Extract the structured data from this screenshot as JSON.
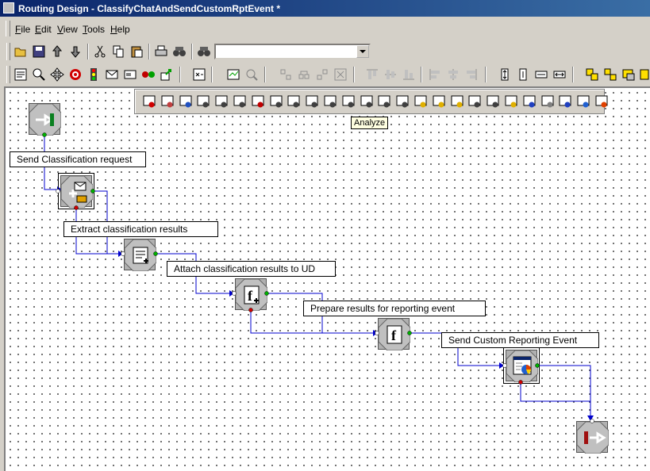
{
  "window": {
    "title": "Routing Design - ClassifyChatAndSendCustomRptEvent *"
  },
  "menu": [
    {
      "label": "File",
      "key": "F",
      "rest": "ile"
    },
    {
      "label": "Edit",
      "key": "E",
      "rest": "dit"
    },
    {
      "label": "View",
      "key": "V",
      "rest": "iew"
    },
    {
      "label": "Tools",
      "key": "T",
      "rest": "ools"
    },
    {
      "label": "Help",
      "key": "H",
      "rest": "elp"
    }
  ],
  "toolbar": {
    "search_value": ""
  },
  "tooltip": {
    "text": "Analyze"
  },
  "nodes": {
    "entry": {
      "icon": "entry-icon"
    },
    "classify": {
      "icon": "send-classification-icon"
    },
    "extract": {
      "icon": "extract-icon"
    },
    "attach": {
      "icon": "function-icon",
      "glyph": "f"
    },
    "prepare": {
      "icon": "function-icon",
      "glyph": "f"
    },
    "report": {
      "icon": "custom-report-icon"
    },
    "exit": {
      "icon": "exit-icon"
    }
  },
  "labels": {
    "send_classification": "Send Classification request",
    "extract": "Extract classification results",
    "attach": "Attach classification results to UD",
    "prepare": "Prepare results for reporting event",
    "send_custom": "Send Custom Reporting Event"
  },
  "colors": {
    "wire": "#0000cc",
    "titlebar": "#0a246a",
    "canvas": "#ffffff"
  }
}
